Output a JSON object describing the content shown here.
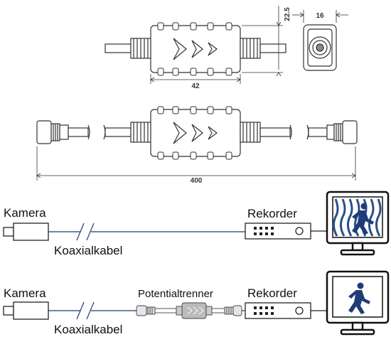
{
  "dimensions": {
    "height": "22.5",
    "width_end": "16",
    "body_length": "42",
    "total_length": "400"
  },
  "diagram1": {
    "camera_label": "Kamera",
    "cable_label": "Koaxialkabel",
    "recorder_label": "Rekorder"
  },
  "diagram2": {
    "camera_label": "Kamera",
    "cable_label": "Koaxialkabel",
    "isolator_label": "Potentialtrenner",
    "recorder_label": "Rekorder"
  }
}
